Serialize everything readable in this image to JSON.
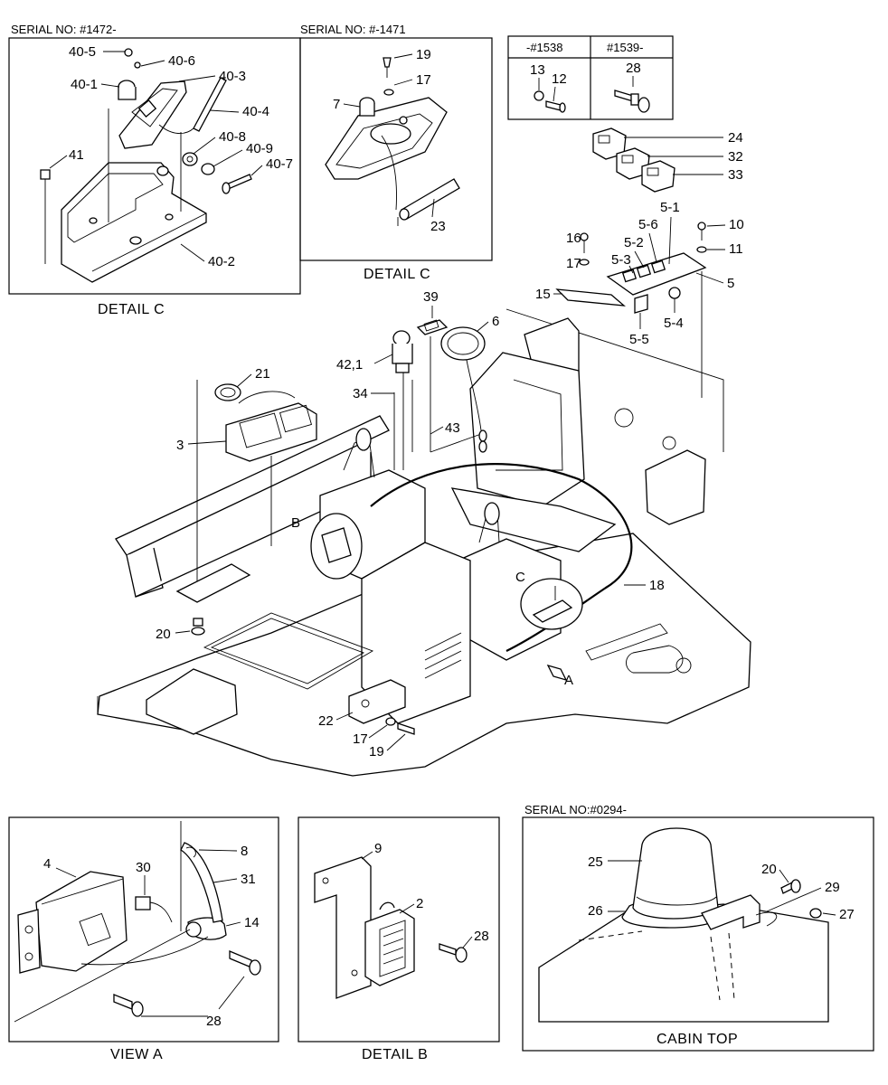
{
  "headers": {
    "serial_left": "SERIAL NO: #1472-",
    "serial_mid": "SERIAL NO: #-1471",
    "serial_bottom": "SERIAL NO:#0294-",
    "table_col1": "-#1538",
    "table_col2": "#1539-"
  },
  "captions": {
    "detail_c_left": "DETAIL  C",
    "detail_c_mid": "DETAIL  C",
    "view_a": "VIEW  A",
    "detail_b": "DETAIL  B",
    "cabin_top": "CABIN TOP"
  },
  "callouts": {
    "p40_5": "40-5",
    "p40_6": "40-6",
    "p40_1": "40-1",
    "p40_3": "40-3",
    "p40_4": "40-4",
    "p40_8": "40-8",
    "p40_9": "40-9",
    "p40_7": "40-7",
    "p40_2": "40-2",
    "p41": "41",
    "c19_top": "19",
    "c17_top": "17",
    "c7": "7",
    "c23": "23",
    "c13": "13",
    "c12": "12",
    "c28_table": "28",
    "c24": "24",
    "c32": "32",
    "c33": "33",
    "c5_1": "5-1",
    "c5_6": "5-6",
    "c5_2": "5-2",
    "c5_3": "5-3",
    "c16": "16",
    "c10": "10",
    "c11": "11",
    "c17_mid": "17",
    "c15": "15",
    "c5": "5",
    "c5_4": "5-4",
    "c5_5": "5-5",
    "c39": "39",
    "c6": "6",
    "c42_1": "42,1",
    "c21": "21",
    "c34": "34",
    "c43": "43",
    "c3": "3",
    "c18": "18",
    "cB": "B",
    "cC": "C",
    "cA": "A",
    "c20_main": "20",
    "c22": "22",
    "c17_main": "17",
    "c19_main": "19",
    "c4": "4",
    "c30": "30",
    "c8": "8",
    "c31": "31",
    "c14": "14",
    "c28_viewa": "28",
    "c9": "9",
    "c2": "2",
    "c28_detb": "28",
    "c25": "25",
    "c20_cab": "20",
    "c29": "29",
    "c26": "26",
    "c27": "27"
  }
}
